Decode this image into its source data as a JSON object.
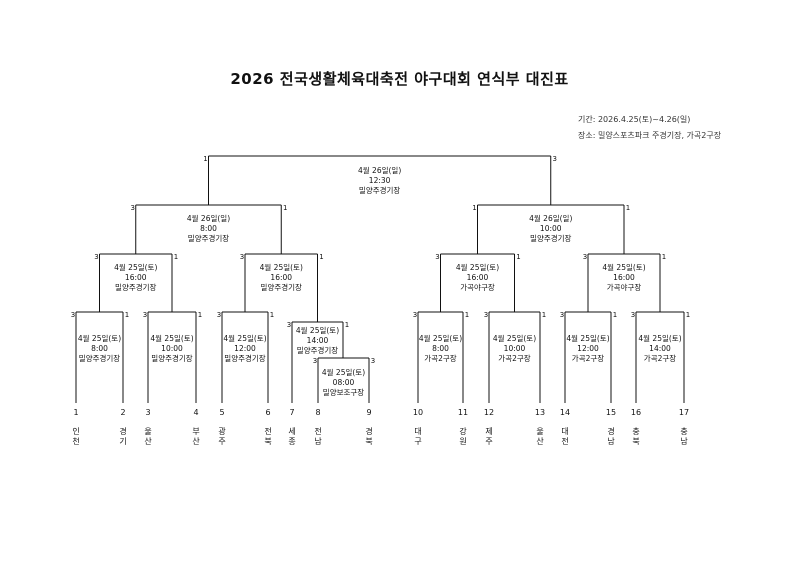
{
  "title": "2026 전국생활체육대축전 야구대회 연식부 대진표",
  "meta": {
    "period": "기간: 2026.4.25(토)~4.26(일)",
    "venue": "장소: 밀양스포츠파크 주경기장, 가곡2구장"
  },
  "matches": {
    "final": {
      "date": "4월 26일(일)",
      "time": "12:30",
      "venue": "밀양주경기장"
    },
    "sf1": {
      "date": "4월 26일(일)",
      "time": "8:00",
      "venue": "밀양주경기장"
    },
    "sf2": {
      "date": "4월 26일(일)",
      "time": "10:00",
      "venue": "밀양주경기장"
    },
    "qf1": {
      "date": "4월 25일(토)",
      "time": "16:00",
      "venue": "밀양주경기장"
    },
    "qf2": {
      "date": "4월 25일(토)",
      "time": "16:00",
      "venue": "밀양주경기장"
    },
    "qf3": {
      "date": "4월 25일(토)",
      "time": "16:00",
      "venue": "가곡야구장"
    },
    "qf4": {
      "date": "4월 25일(토)",
      "time": "16:00",
      "venue": "가곡야구장"
    },
    "r1": {
      "date": "4월 25일(토)",
      "time": "8:00",
      "venue": "밀양주경기장"
    },
    "r2": {
      "date": "4월 25일(토)",
      "time": "10:00",
      "venue": "밀양주경기장"
    },
    "r3": {
      "date": "4월 25일(토)",
      "time": "12:00",
      "venue": "밀양주경기장"
    },
    "r4": {
      "date": "4월 25일(토)",
      "time": "14:00",
      "venue": "밀양주경기장"
    },
    "r5": {
      "date": "4월 25일(토)",
      "time": "08:00",
      "venue": "밀양보조구장"
    },
    "r6": {
      "date": "4월 25일(토)",
      "time": "8:00",
      "venue": "가곡2구장"
    },
    "r7": {
      "date": "4월 25일(토)",
      "time": "10:00",
      "venue": "가곡2구장"
    },
    "r8": {
      "date": "4월 25일(토)",
      "time": "12:00",
      "venue": "가곡2구장"
    },
    "r9": {
      "date": "4월 25일(토)",
      "time": "14:00",
      "venue": "가곡2구장"
    }
  },
  "teams": [
    {
      "num": "1",
      "name": "인천"
    },
    {
      "num": "2",
      "name": "경기"
    },
    {
      "num": "3",
      "name": "울산"
    },
    {
      "num": "4",
      "name": "부산"
    },
    {
      "num": "5",
      "name": "광주"
    },
    {
      "num": "6",
      "name": "전북"
    },
    {
      "num": "7",
      "name": "세종"
    },
    {
      "num": "8",
      "name": "전남"
    },
    {
      "num": "9",
      "name": "경북"
    },
    {
      "num": "10",
      "name": "대구"
    },
    {
      "num": "11",
      "name": "강원"
    },
    {
      "num": "12",
      "name": "제주"
    },
    {
      "num": "13",
      "name": "울산"
    },
    {
      "num": "14",
      "name": "대전"
    },
    {
      "num": "15",
      "name": "경남"
    },
    {
      "num": "16",
      "name": "충북"
    },
    {
      "num": "17",
      "name": "충남"
    }
  ],
  "seats": {
    "left": "3",
    "right": "1"
  }
}
